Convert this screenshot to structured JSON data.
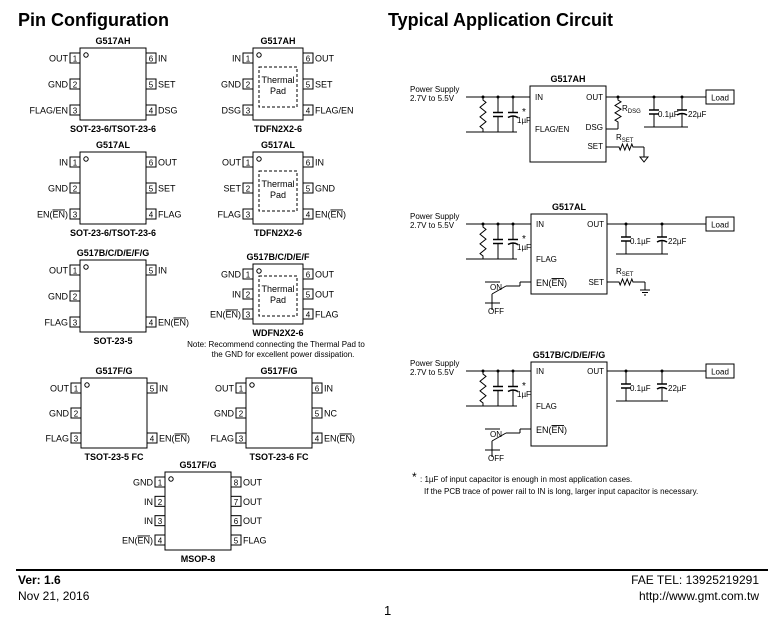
{
  "headers": {
    "pin_configuration": "Pin Configuration",
    "typical_application": "Typical Application Circuit"
  },
  "pin_packages": [
    {
      "title": "G517AH",
      "package": "SOT-23-6/TSOT-23-6",
      "pad": false,
      "left": [
        {
          "name": "OUT",
          "num": "1"
        },
        {
          "name": "GND",
          "num": "2"
        },
        {
          "name": "FLAG/EN",
          "num": "3"
        }
      ],
      "right": [
        {
          "name": "IN",
          "num": "6"
        },
        {
          "name": "SET",
          "num": "5"
        },
        {
          "name": "DSG",
          "num": "4"
        }
      ]
    },
    {
      "title": "G517AH",
      "package": "TDFN2X2-6",
      "pad": true,
      "left": [
        {
          "name": "IN",
          "num": "1"
        },
        {
          "name": "GND",
          "num": "2"
        },
        {
          "name": "DSG",
          "num": "3"
        }
      ],
      "right": [
        {
          "name": "OUT",
          "num": "6"
        },
        {
          "name": "SET",
          "num": "5"
        },
        {
          "name": "FLAG/EN",
          "num": "4"
        }
      ]
    },
    {
      "title": "G517AL",
      "package": "SOT-23-6/TSOT-23-6",
      "pad": false,
      "left": [
        {
          "name": "IN",
          "num": "1"
        },
        {
          "name": "GND",
          "num": "2"
        },
        {
          "name": "EN(EN)",
          "num": "3"
        }
      ],
      "right": [
        {
          "name": "OUT",
          "num": "6"
        },
        {
          "name": "SET",
          "num": "5"
        },
        {
          "name": "FLAG",
          "num": "4"
        }
      ]
    },
    {
      "title": "G517AL",
      "package": "TDFN2X2-6",
      "pad": true,
      "left": [
        {
          "name": "OUT",
          "num": "1"
        },
        {
          "name": "SET",
          "num": "2"
        },
        {
          "name": "FLAG",
          "num": "3"
        }
      ],
      "right": [
        {
          "name": "IN",
          "num": "6"
        },
        {
          "name": "GND",
          "num": "5"
        },
        {
          "name": "EN(EN)",
          "num": "4"
        }
      ]
    },
    {
      "title": "G517B/C/D/E/F/G",
      "package": "SOT-23-5",
      "pad": false,
      "left": [
        {
          "name": "OUT",
          "num": "1"
        },
        {
          "name": "GND",
          "num": "2"
        },
        {
          "name": "FLAG",
          "num": "3"
        }
      ],
      "right": [
        {
          "name": "IN",
          "num": "5"
        },
        {
          "name": "",
          "num": ""
        },
        {
          "name": "EN(EN)",
          "num": "4"
        }
      ]
    },
    {
      "title": "G517B/C/D/E/F",
      "package": "WDFN2X2-6",
      "pad": true,
      "left": [
        {
          "name": "GND",
          "num": "1"
        },
        {
          "name": "IN",
          "num": "2"
        },
        {
          "name": "EN(EN)",
          "num": "3"
        }
      ],
      "right": [
        {
          "name": "OUT",
          "num": "6"
        },
        {
          "name": "OUT",
          "num": "5"
        },
        {
          "name": "FLAG",
          "num": "4"
        }
      ]
    },
    {
      "title": "G517F/G",
      "package": "TSOT-23-5 FC",
      "pad": false,
      "left": [
        {
          "name": "OUT",
          "num": "1"
        },
        {
          "name": "GND",
          "num": "2"
        },
        {
          "name": "FLAG",
          "num": "3"
        }
      ],
      "right": [
        {
          "name": "IN",
          "num": "5"
        },
        {
          "name": "",
          "num": ""
        },
        {
          "name": "EN(EN)",
          "num": "4"
        }
      ]
    },
    {
      "title": "G517F/G",
      "package": "TSOT-23-6 FC",
      "pad": false,
      "left": [
        {
          "name": "OUT",
          "num": "1"
        },
        {
          "name": "GND",
          "num": "2"
        },
        {
          "name": "FLAG",
          "num": "3"
        }
      ],
      "right": [
        {
          "name": "IN",
          "num": "6"
        },
        {
          "name": "NC",
          "num": "5"
        },
        {
          "name": "EN(EN)",
          "num": "4"
        }
      ]
    },
    {
      "title": "G517F/G",
      "package": "MSOP-8",
      "pad": false,
      "left": [
        {
          "name": "GND",
          "num": "1"
        },
        {
          "name": "IN",
          "num": "2"
        },
        {
          "name": "IN",
          "num": "3"
        },
        {
          "name": "EN(EN)",
          "num": "4"
        }
      ],
      "right": [
        {
          "name": "OUT",
          "num": "8"
        },
        {
          "name": "OUT",
          "num": "7"
        },
        {
          "name": "OUT",
          "num": "6"
        },
        {
          "name": "FLAG",
          "num": "5"
        }
      ]
    }
  ],
  "thermal_pad_label": [
    "Thermal",
    "Pad"
  ],
  "pad_note": [
    "Note: Recommend connecting the Thermal Pad  to",
    "the GND for excellent power dissipation."
  ],
  "circuits": [
    {
      "chip": "G517AH",
      "supply": [
        "Power Supply",
        "2.7V to 5.5V"
      ],
      "pins": {
        "in": "IN",
        "out": "OUT",
        "p3": "FLAG/EN",
        "p4": "DSG",
        "p5": "SET"
      },
      "rdsg": "R",
      "rdsg_sub": "DSG",
      "rset": "R",
      "rset_sub": "SET",
      "cin": "1µF",
      "cout1": "0.1µF",
      "cout2": "22µF",
      "load": "Load"
    },
    {
      "chip": "G517AL",
      "supply": [
        "Power Supply",
        "2.7V to 5.5V"
      ],
      "pins": {
        "in": "IN",
        "out": "OUT",
        "p3": "FLAG",
        "p4": "EN(EN)",
        "p5": "SET"
      },
      "rset": "R",
      "rset_sub": "SET",
      "cin": "1µF",
      "cout1": "0.1µF",
      "cout2": "22µF",
      "load": "Load",
      "on": "ON",
      "off": "OFF"
    },
    {
      "chip": "G517B/C/D/E/F/G",
      "supply": [
        "Power Supply",
        "2.7V to 5.5V"
      ],
      "pins": {
        "in": "IN",
        "out": "OUT",
        "p3": "FLAG",
        "p4": "EN(EN)"
      },
      "cin": "1µF",
      "cout1": "0.1µF",
      "cout2": "22µF",
      "load": "Load",
      "on": "ON",
      "off": "OFF"
    }
  ],
  "cap_note": {
    "star": "*",
    "line1": ": 1µF of input capacitor is enough in most application cases.",
    "line2": "If the PCB trace of power rail to IN is long,  larger input capacitor is necessary."
  },
  "footer": {
    "version": "Ver: 1.6",
    "date": "Nov 21, 2016",
    "tel": "FAE TEL: 13925219291",
    "url": "http://www.gmt.com.tw",
    "page": "1"
  }
}
